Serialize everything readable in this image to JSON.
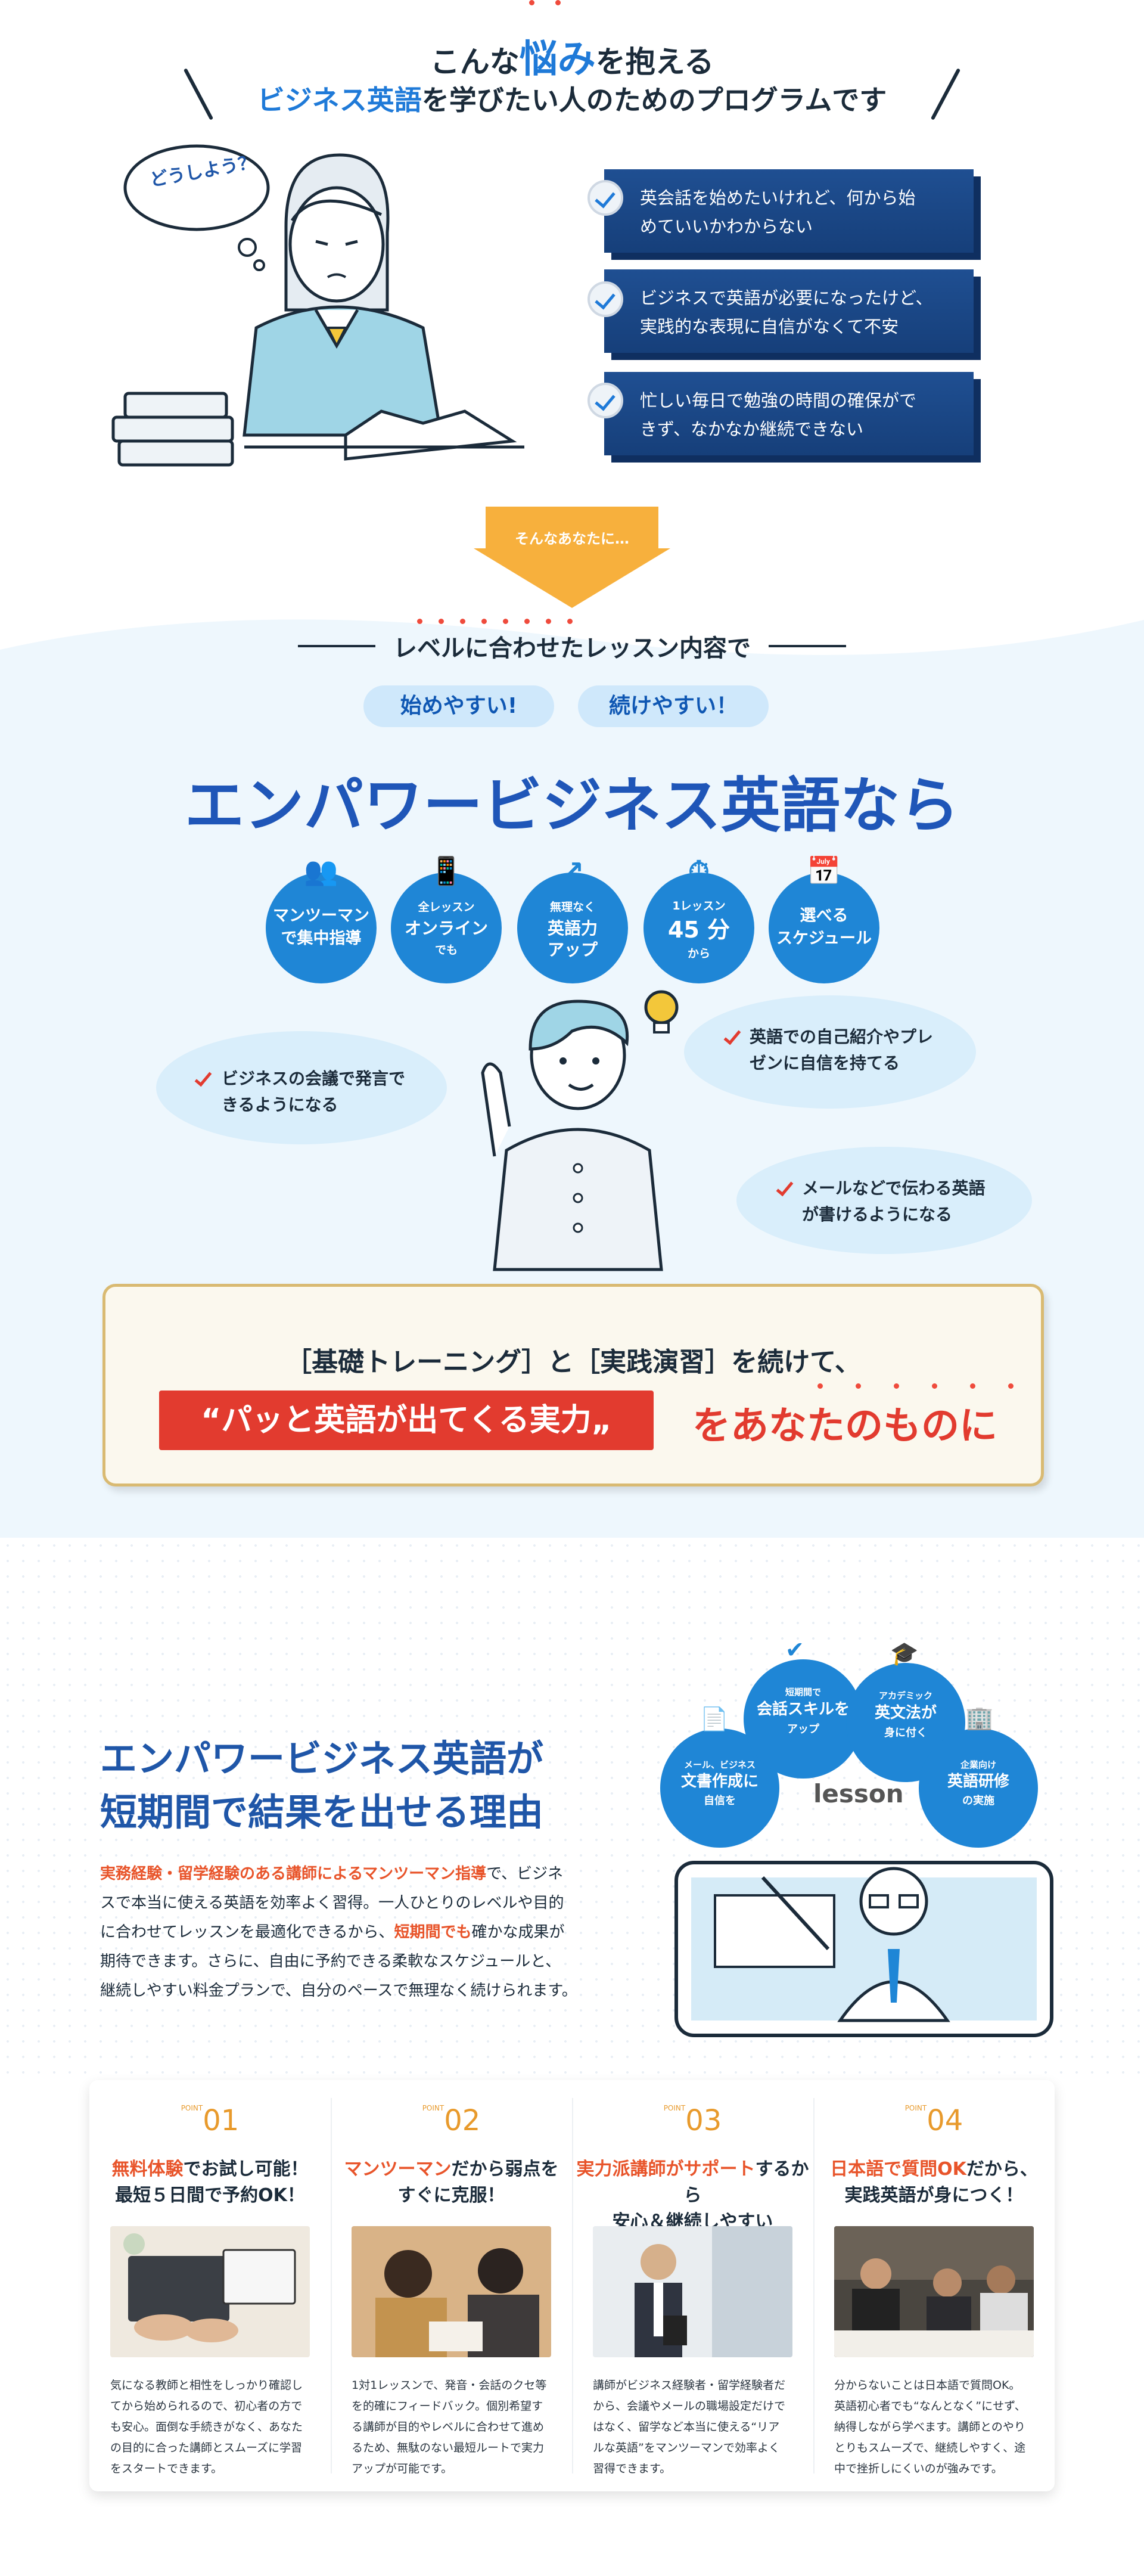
{
  "worries": {
    "title_pre": "こんな",
    "title_accent": "悩み",
    "title_post": "を抱える",
    "subtitle_accent": "ビジネス英語",
    "subtitle_post": "を学びたい人のためのプログラムです",
    "thought": "どうしよう？",
    "items": [
      {
        "line1": "英会話を始めたいけれど、何から始",
        "line2": "めていいかわからない"
      },
      {
        "line1": "ビジネスで英語が必要になったけど、",
        "line2": "実践的な表現に自信がなくて不安"
      },
      {
        "line1": "忙しい毎日で勉強の時間の確保がで",
        "line2": "きず、なかなか継続できない"
      }
    ],
    "arrow_label": "そんなあなたに…"
  },
  "intro": {
    "subheading": "レベルに合わせたレッスン内容で",
    "pill_left": "始めやすい!",
    "pill_right": "続けやすい！",
    "title": "エンパワービジネス英語なら",
    "features": [
      {
        "icon": "people-icon",
        "l1": "マンツーマン",
        "l2": "で集中指導",
        "l3": ""
      },
      {
        "icon": "phone-icon",
        "l1": "全レッスン",
        "l2": "オンライン",
        "l3": "でも"
      },
      {
        "icon": "growth-arrow-icon",
        "l1": "無理なく",
        "l2": "英語力",
        "l3": "アップ"
      },
      {
        "icon": "timer-icon",
        "l1": "1レッスン",
        "l2": "45 分",
        "l3": "から"
      },
      {
        "icon": "calendar-icon",
        "l1": "選べる",
        "l2": "スケジュール",
        "l3": ""
      }
    ],
    "benefits": [
      {
        "l1": "ビジネスの会議で発言で",
        "l2": "きるようになる"
      },
      {
        "l1": "英語での自己紹介やプレ",
        "l2": "ゼンに自信を持てる"
      },
      {
        "l1": "メールなどで伝わる英語",
        "l2": "が書けるようになる"
      }
    ],
    "callout_line1": "［基礎トレーニング］と［実践演習］を続けて、",
    "callout_quote": "“パッと英語が出てくる実力„",
    "callout_tail": "をあなたのものに"
  },
  "reason": {
    "title_line1": "エンパワービジネス英語が",
    "title_line2": "短期間で結果を出せる理由",
    "body_1_hl": "実務経験・留学経験のある講師によるマンツーマン指導",
    "body_2": "で、ビジネ",
    "body_3": "スで本当に使える英語を効率よく習得。一人ひとりのレベルや目的",
    "body_4": "に合わせてレッスンを最適化できるから、",
    "body_5_hl": "短期間でも",
    "body_6": "確かな成果が",
    "body_7": "期待できます。さらに、自由に予約できる柔軟なスケジュールと、",
    "body_8": "継続しやすい料金プランで、自分のペースで無理なく続けられます。",
    "lesson_label": "lesson",
    "bubbles": [
      {
        "small": "メール、ビジネス",
        "main1": "文書作成に",
        "main2": "自信を"
      },
      {
        "small": "短期間で",
        "main1": "会話スキルを",
        "main2": "アップ"
      },
      {
        "small": "アカデミック",
        "main1": "英文法が",
        "main2": "身に付く"
      },
      {
        "small": "企業向け",
        "main1": "英語研修",
        "main2": "の実施"
      }
    ]
  },
  "points": [
    {
      "num_label": "POINT",
      "num": "01",
      "h_o": "無料体験",
      "h_1": "でお試し可能！",
      "h_2": "最短５日間で予約OK！",
      "p": [
        "気になる教師と相性をしっかり確認し",
        "てから始められるので、初心者の方で",
        "も安心。面倒な手続きがなく、あなた",
        "の目的に合った講師とスムーズに学習",
        "をスタートできます。"
      ]
    },
    {
      "num_label": "POINT",
      "num": "02",
      "h_o": "マンツーマン",
      "h_1": "だから弱点を",
      "h_2": "すぐに克服！",
      "p": [
        "1対1レッスンで、発音・会話のクセ等",
        "を的確にフィードバック。個別希望す",
        "る講師が目的やレベルに合わせて進め",
        "るため、無駄のない最短ルートで実力",
        "アップが可能です。"
      ]
    },
    {
      "num_label": "POINT",
      "num": "03",
      "h_o": "実力派講師がサポート",
      "h_1": "するから",
      "h_2": "安心＆継続しやすい",
      "p": [
        "講師がビジネス経験者・留学経験者だ",
        "から、会議やメールの職場設定だけで",
        "はなく、留学など本当に使える“リア",
        "ルな英語”をマンツーマンで効率よく",
        "習得できます。"
      ]
    },
    {
      "num_label": "POINT",
      "num": "04",
      "h_o": "日本語で質問OK",
      "h_1": "だから、",
      "h_2": "実践英語が身につく！",
      "p": [
        "分からないことは日本語で質問OK。",
        "英語初心者でも“なんとなく”にせず、",
        "納得しながら学べます。講師とのやり",
        "とりもスムーズで、継続しやすく、途",
        "中で挫折しにくいのが強みです。"
      ]
    }
  ]
}
